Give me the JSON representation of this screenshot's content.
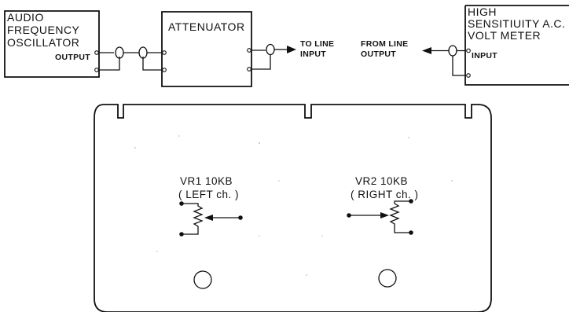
{
  "blocks": {
    "oscillator": {
      "lines": [
        "AUDIO",
        "FREQUENCY",
        "OSCILLATOR"
      ],
      "port": "OUTPUT"
    },
    "attenuator": {
      "lines": [
        "ATTENUATOR"
      ]
    },
    "voltmeter": {
      "lines": [
        "HIGH",
        "SENSITIUITY A.C.",
        "VOLT METER"
      ],
      "port": "INPUT"
    }
  },
  "signals": {
    "to_line": [
      "TO LINE",
      "INPUT"
    ],
    "from_line": [
      "FROM LINE",
      "OUTPUT"
    ]
  },
  "board": {
    "vr1": {
      "name": "VR1 10KB",
      "channel": "( LEFT ch. )"
    },
    "vr2": {
      "name": "VR2 10KB",
      "channel": "( RIGHT ch. )"
    }
  }
}
